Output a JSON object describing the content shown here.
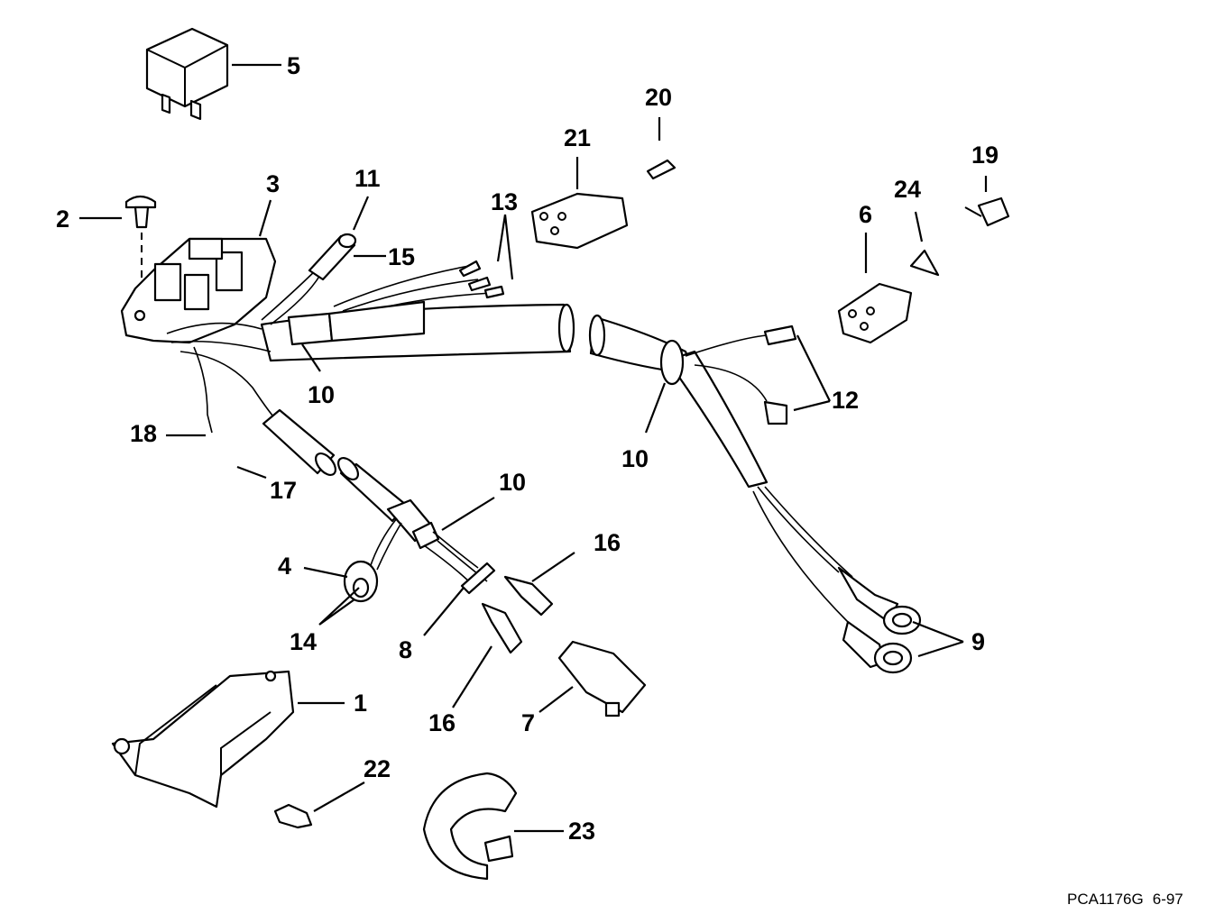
{
  "callouts": {
    "c1": "1",
    "c2": "2",
    "c3": "3",
    "c4": "4",
    "c5": "5",
    "c6": "6",
    "c7": "7",
    "c8": "8",
    "c9": "9",
    "c10a": "10",
    "c10b": "10",
    "c10c": "10",
    "c11": "11",
    "c12": "12",
    "c13": "13",
    "c14": "14",
    "c15": "15",
    "c16a": "16",
    "c16b": "16",
    "c17": "17",
    "c18": "18",
    "c19": "19",
    "c20": "20",
    "c21": "21",
    "c22": "22",
    "c23": "23",
    "c24": "24"
  },
  "caption": {
    "code": "PCA1176G",
    "date": "6-97"
  }
}
